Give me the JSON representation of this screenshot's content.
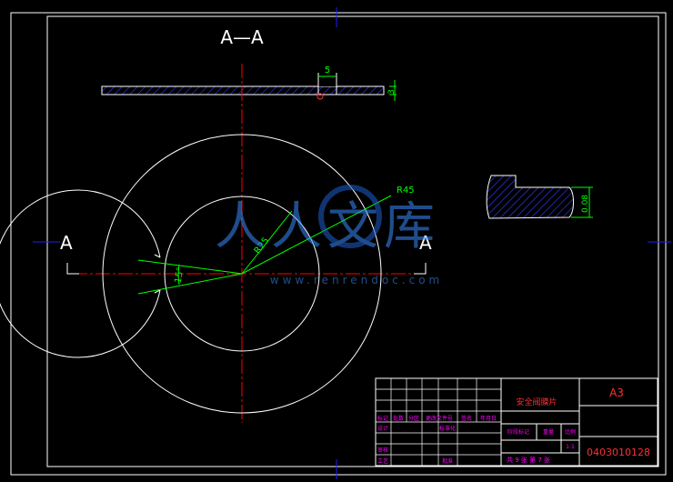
{
  "drawing": {
    "section_title": "A—A",
    "section_marker_left": "A",
    "section_marker_right": "A",
    "dimension_width": "5",
    "dimension_thickness": "3",
    "dimension_radius_outer": "R45",
    "dimension_radius_inner": "R25",
    "dimension_angle": "15°",
    "detail_dimension": "0.08"
  },
  "watermark": {
    "text_cn": "人人文库",
    "url": "www.renrendoc.com"
  },
  "title_block": {
    "part_name": "安全阀膜片",
    "sheet_size": "A3",
    "drawing_number": "0403010128",
    "sheet_info": "共 9 张  第 7 张",
    "scale": "1:1",
    "rev_headers": [
      "标记",
      "处数",
      "分区",
      "更改文件号",
      "签名",
      "年月日"
    ],
    "sign_labels": [
      "设计",
      "标准化"
    ],
    "check_label": "审核",
    "process_label": "工艺",
    "approve_label": "批准",
    "stage_headers": [
      "阶段标记",
      "重量",
      "比例"
    ]
  },
  "colors": {
    "background": "#000000",
    "frame": "#0000ff",
    "outline": "#ffffff",
    "dimension": "#00ff00",
    "centerline": "#ff0000",
    "hatch": "#3a3aff",
    "annotation": "#ff00ff"
  }
}
